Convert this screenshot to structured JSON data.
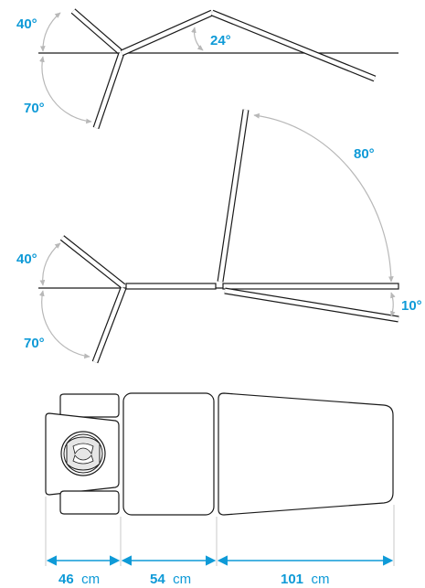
{
  "colors": {
    "accent": "#0e9ad7",
    "outline": "#1a1a1a",
    "arc": "#b8b8b8",
    "background": "#ffffff"
  },
  "side_view_1": {
    "angles": {
      "head_up": "40°",
      "head_down": "70°",
      "back_tilt": "24°"
    }
  },
  "side_view_2": {
    "angles": {
      "head_up": "40°",
      "head_down": "70°",
      "back_up": "80°",
      "back_down": "10°"
    }
  },
  "top_view": {
    "dimensions": [
      {
        "value": "46",
        "unit": "cm"
      },
      {
        "value": "54",
        "unit": "cm"
      },
      {
        "value": "101",
        "unit": "cm"
      }
    ]
  }
}
